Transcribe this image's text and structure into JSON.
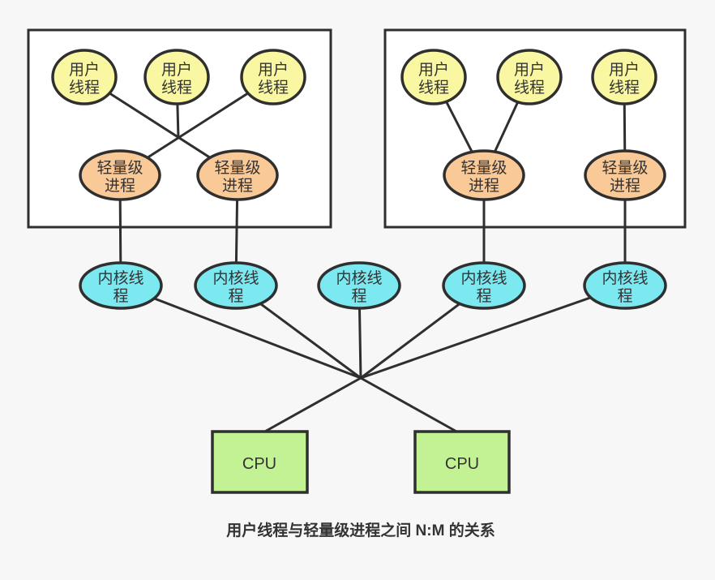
{
  "caption": "用户线程与轻量级进程之间 N:M 的关系",
  "labels": {
    "user_thread_line1": "用户",
    "user_thread_line2": "线程",
    "lwp_line1": "轻量级",
    "lwp_line2": "进程",
    "kernel_thread_line1": "内核线",
    "kernel_thread_line2": "程",
    "cpu": "CPU"
  },
  "structure": {
    "process_groups": [
      {
        "name": "left-process-box",
        "user_threads": 3,
        "lightweight_processes": 2
      },
      {
        "name": "right-process-box",
        "user_threads": 3,
        "lightweight_processes": 2
      }
    ],
    "kernel_threads": 5,
    "cpus": 2,
    "relation": "N:M"
  },
  "colors": {
    "background": "#f7f7f7",
    "container_fill": "#ffffff",
    "user_thread_fill": "#f9f7a1",
    "lwp_fill": "#f9c998",
    "kernel_thread_fill": "#7ce8f0",
    "cpu_fill": "#c3f295",
    "stroke": "#2f2f2f",
    "text": "#333333"
  }
}
